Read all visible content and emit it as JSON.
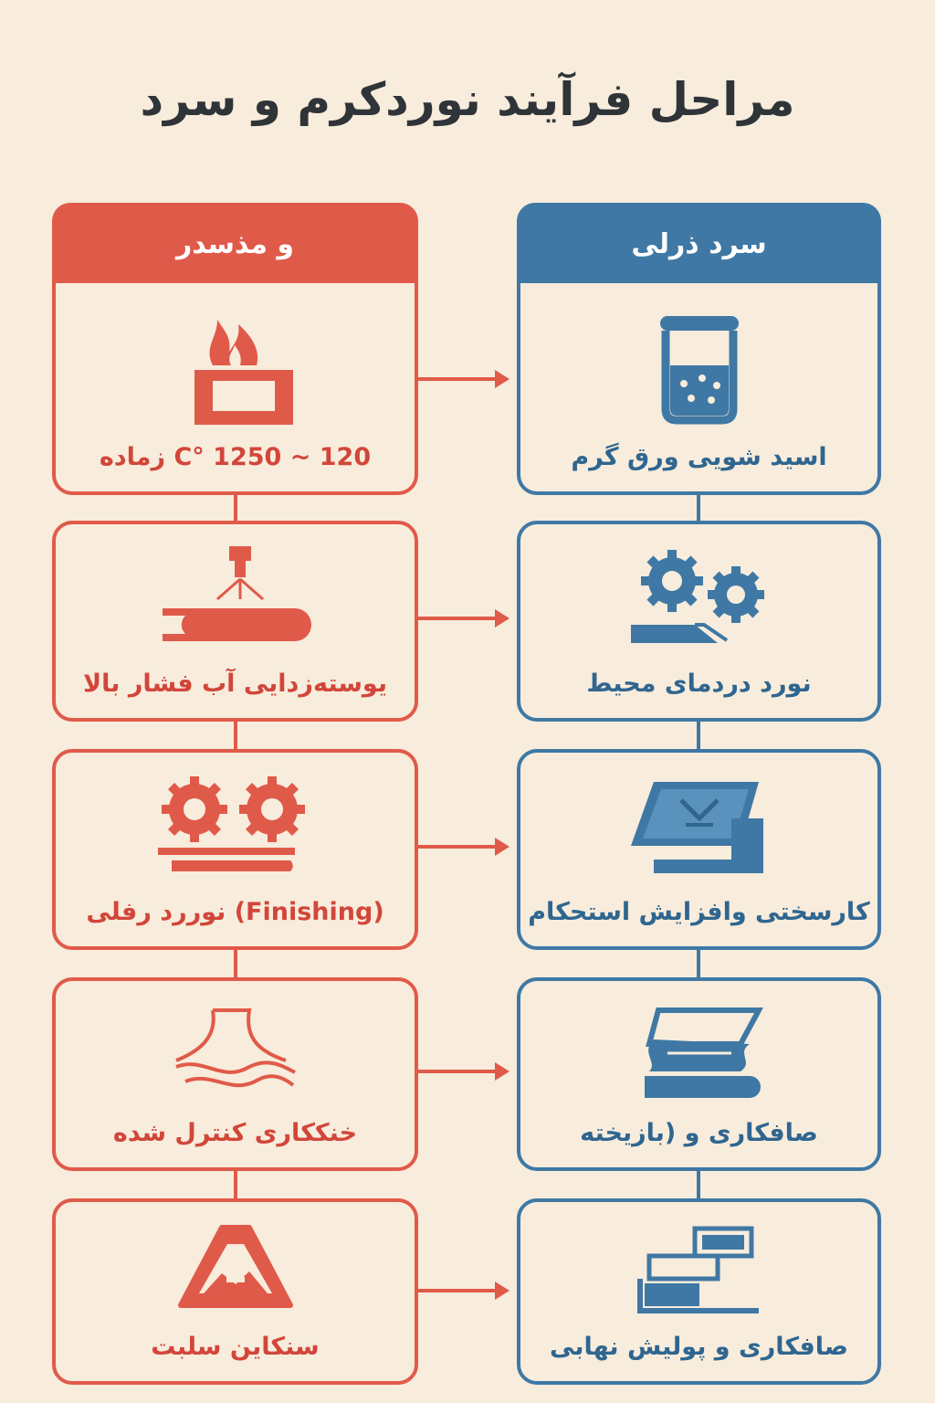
{
  "title": "مراحل فرآیند نوردکرم و سرد",
  "hot_column": {
    "header": "و مذسدر",
    "steps": [
      {
        "label": "120 ~ 1250 °C زماده",
        "icon": "furnace-flame-icon"
      },
      {
        "label": "یوسته‌زدایی آب فشار بالا",
        "icon": "water-spray-descaling-icon"
      },
      {
        "label": "(Finishing) نوررد رفلی",
        "icon": "finishing-rolls-icon"
      },
      {
        "label": "خنککاری کنترل شده",
        "icon": "controlled-cooling-icon"
      },
      {
        "label": "سنکاین سلبت",
        "icon": "coiler-triangle-icon"
      }
    ]
  },
  "cold_column": {
    "header": "سرد ذرلی",
    "steps": [
      {
        "label": "اسید شویی ورق گرم",
        "icon": "pickling-tank-icon"
      },
      {
        "label": "نورد دردمای محیط",
        "icon": "cold-rolling-gears-icon"
      },
      {
        "label": "کارسختی وافزایش استحکام",
        "icon": "work-hardening-plate-icon"
      },
      {
        "label": "صافکاری و (بازیخته",
        "icon": "annealing-sheet-icon"
      },
      {
        "label": "صافکاری و پولیش نهابی",
        "icon": "polishing-finish-icon"
      }
    ]
  },
  "colors": {
    "hot": "#e05a4a",
    "cold": "#3f78a4",
    "background": "#f8ecdc",
    "title": "#2f3438"
  }
}
